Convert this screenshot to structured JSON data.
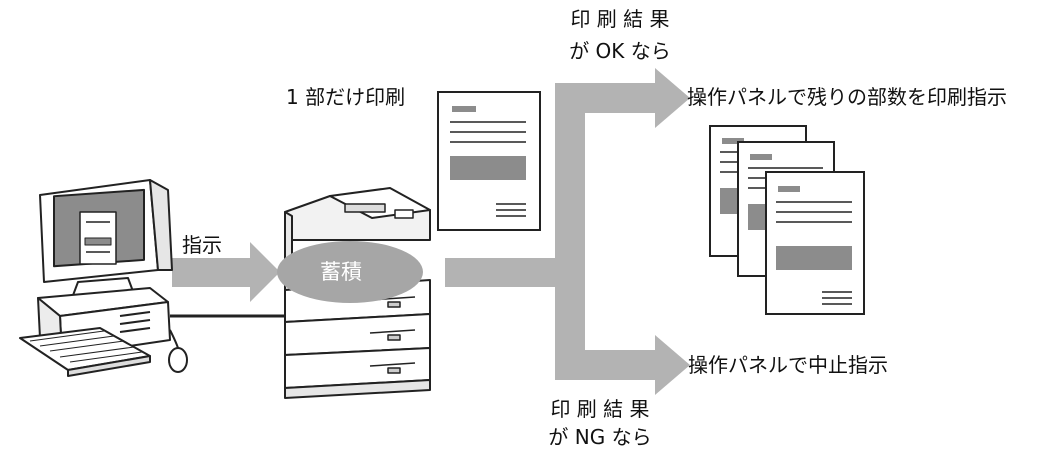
{
  "labels": {
    "instruct": "指示",
    "store": "蓄積",
    "print_one_copy": "1 部だけ印刷",
    "result_ok_line1": "印 刷 結 果",
    "result_ok_line2": "が OK なら",
    "result_ng_line1": "印 刷 結 果",
    "result_ng_line2": "が NG なら",
    "print_remaining": "操作パネルで残りの部数を印刷指示",
    "cancel_instruction": "操作パネルで中止指示"
  },
  "colors": {
    "arrow": "#b3b3b3",
    "ellipse": "#a6a6a6",
    "outline": "#222222",
    "screen": "#8c8c8c"
  },
  "icons": {
    "computer": "desktop-computer-icon",
    "printer": "printer-icon",
    "document": "document-icon",
    "document_stack": "document-stack-icon"
  }
}
